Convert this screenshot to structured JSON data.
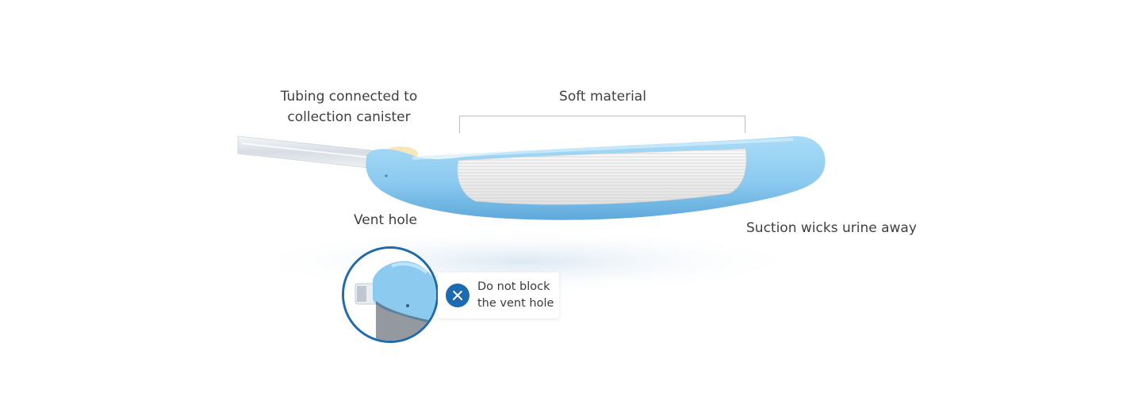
{
  "labels": {
    "tubing_line1": "Tubing connected to",
    "tubing_line2": "collection canister",
    "soft_material": "Soft material",
    "vent_hole": "Vent hole",
    "suction": "Suction wicks urine away"
  },
  "callout": {
    "line1": "Do not block",
    "line2": "the vent hole",
    "icon": "close-icon"
  },
  "colors": {
    "device_blue": "#8fcbee",
    "accent_blue": "#1c6bb0",
    "wick_white": "#f1f1f1"
  }
}
